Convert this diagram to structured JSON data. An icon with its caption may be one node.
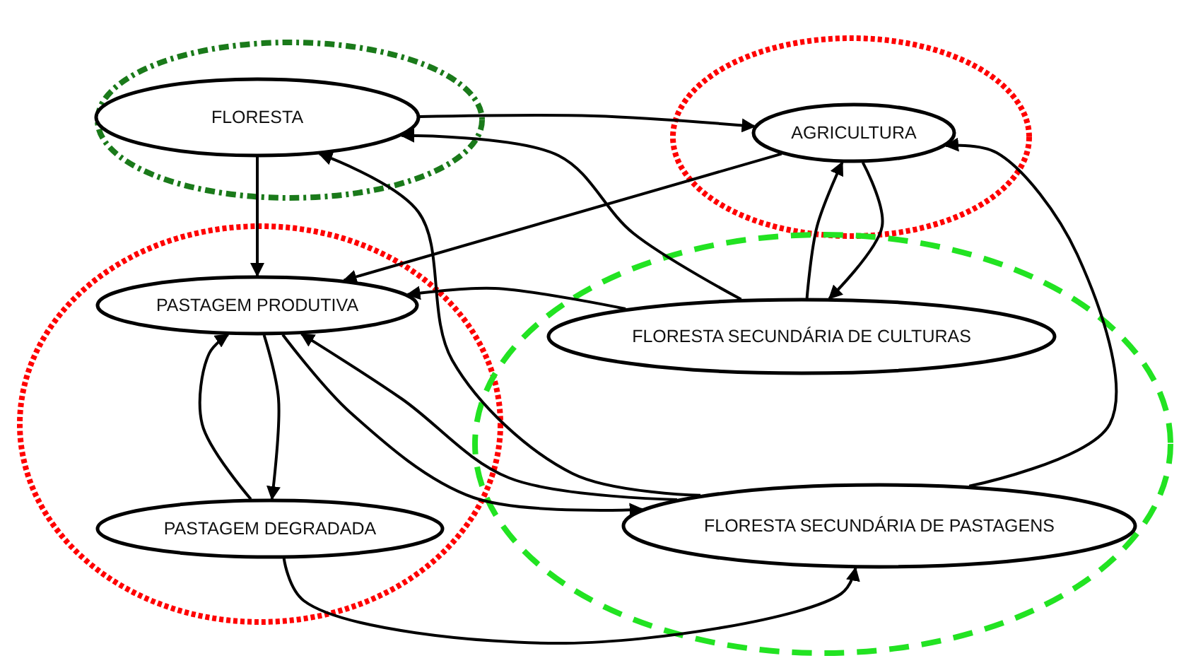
{
  "diagram": {
    "nodes": [
      {
        "text": [],
        "shape": "circle"
      },
      {
        "text": [
          "FLORESTA"
        ],
        "in": 0
      },
      {
        "text": [],
        "shape": "circle"
      },
      {
        "text": [
          "AGRICULTURA"
        ],
        "in": 2
      },
      {
        "text": [],
        "shape": "circle"
      },
      {
        "text": [
          "PASTAGEM PRODUTIVA"
        ],
        "in": 4
      },
      {
        "text": [
          "PASTAGEM DEGRADADA"
        ],
        "in": 4
      },
      {
        "text": [],
        "shape": "circle"
      },
      {
        "text": [
          "FLORESTA SECUNDÁRIA DE CULTURAS"
        ],
        "in": 7
      },
      {
        "text": [
          "FLORESTA SECUNDÁRIA DE PASTAGENS"
        ],
        "in": 7
      }
    ],
    "edges": [
      {
        "from": 1,
        "to": 3,
        "arrow": "to"
      },
      {
        "from": 1,
        "to": 5,
        "arrow": "to"
      },
      {
        "from": 3,
        "to": 5,
        "arrow": "to"
      },
      {
        "from": 8,
        "to": 1,
        "arrow": "to"
      },
      {
        "from": 8,
        "to": 3,
        "arrow": "to"
      },
      {
        "from": 3,
        "to": 8,
        "arrow": "to"
      },
      {
        "from": 8,
        "to": 5,
        "arrow": "to"
      },
      {
        "from": 5,
        "to": 6,
        "arrow": "to"
      },
      {
        "from": 6,
        "to": 5,
        "arrow": "to"
      },
      {
        "from": 9,
        "to": 3,
        "arrow": "to"
      },
      {
        "from": 9,
        "to": 1,
        "arrow": "to"
      },
      {
        "from": 9,
        "to": 5,
        "arrow": "to"
      },
      {
        "from": 5,
        "to": 9,
        "arrow": "to"
      },
      {
        "from": 6,
        "to": 9,
        "arrow": "to"
      }
    ]
  }
}
